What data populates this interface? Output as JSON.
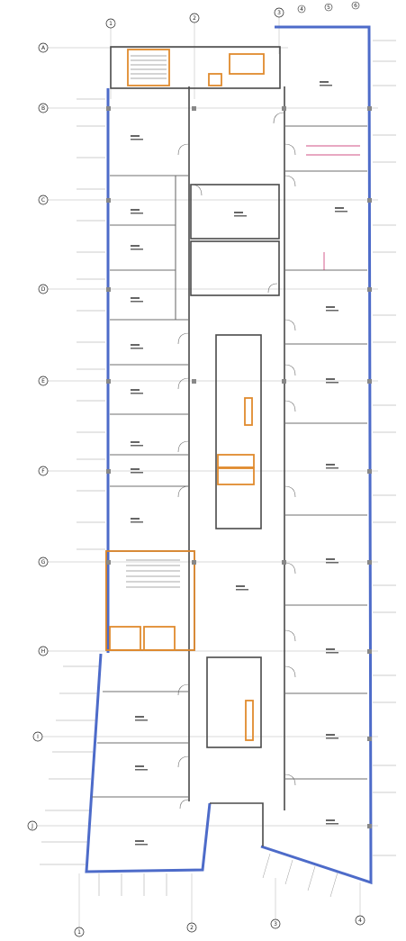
{
  "colors": {
    "background": "#ffffff",
    "wall": "#4a4a4a",
    "partition": "#6f6f6f",
    "facade": "#4d6bc9",
    "core_highlight": "#e08a2e",
    "pink_line": "#c2185b",
    "gridline": "#b5b5b5",
    "text": "#333333"
  },
  "grid_rows": [
    {
      "label": "A"
    },
    {
      "label": "B"
    },
    {
      "label": "C"
    },
    {
      "label": "D"
    },
    {
      "label": "E"
    },
    {
      "label": "F"
    },
    {
      "label": "G"
    },
    {
      "label": "H"
    },
    {
      "label": "I"
    },
    {
      "label": "J"
    }
  ],
  "grid_cols_top": [
    {
      "label": "1"
    },
    {
      "label": "2"
    },
    {
      "label": "3"
    },
    {
      "label": "4"
    },
    {
      "label": "5"
    },
    {
      "label": "6"
    }
  ],
  "grid_cols_bottom": [
    {
      "label": "1"
    },
    {
      "label": "2"
    },
    {
      "label": "3"
    },
    {
      "label": "4"
    }
  ]
}
